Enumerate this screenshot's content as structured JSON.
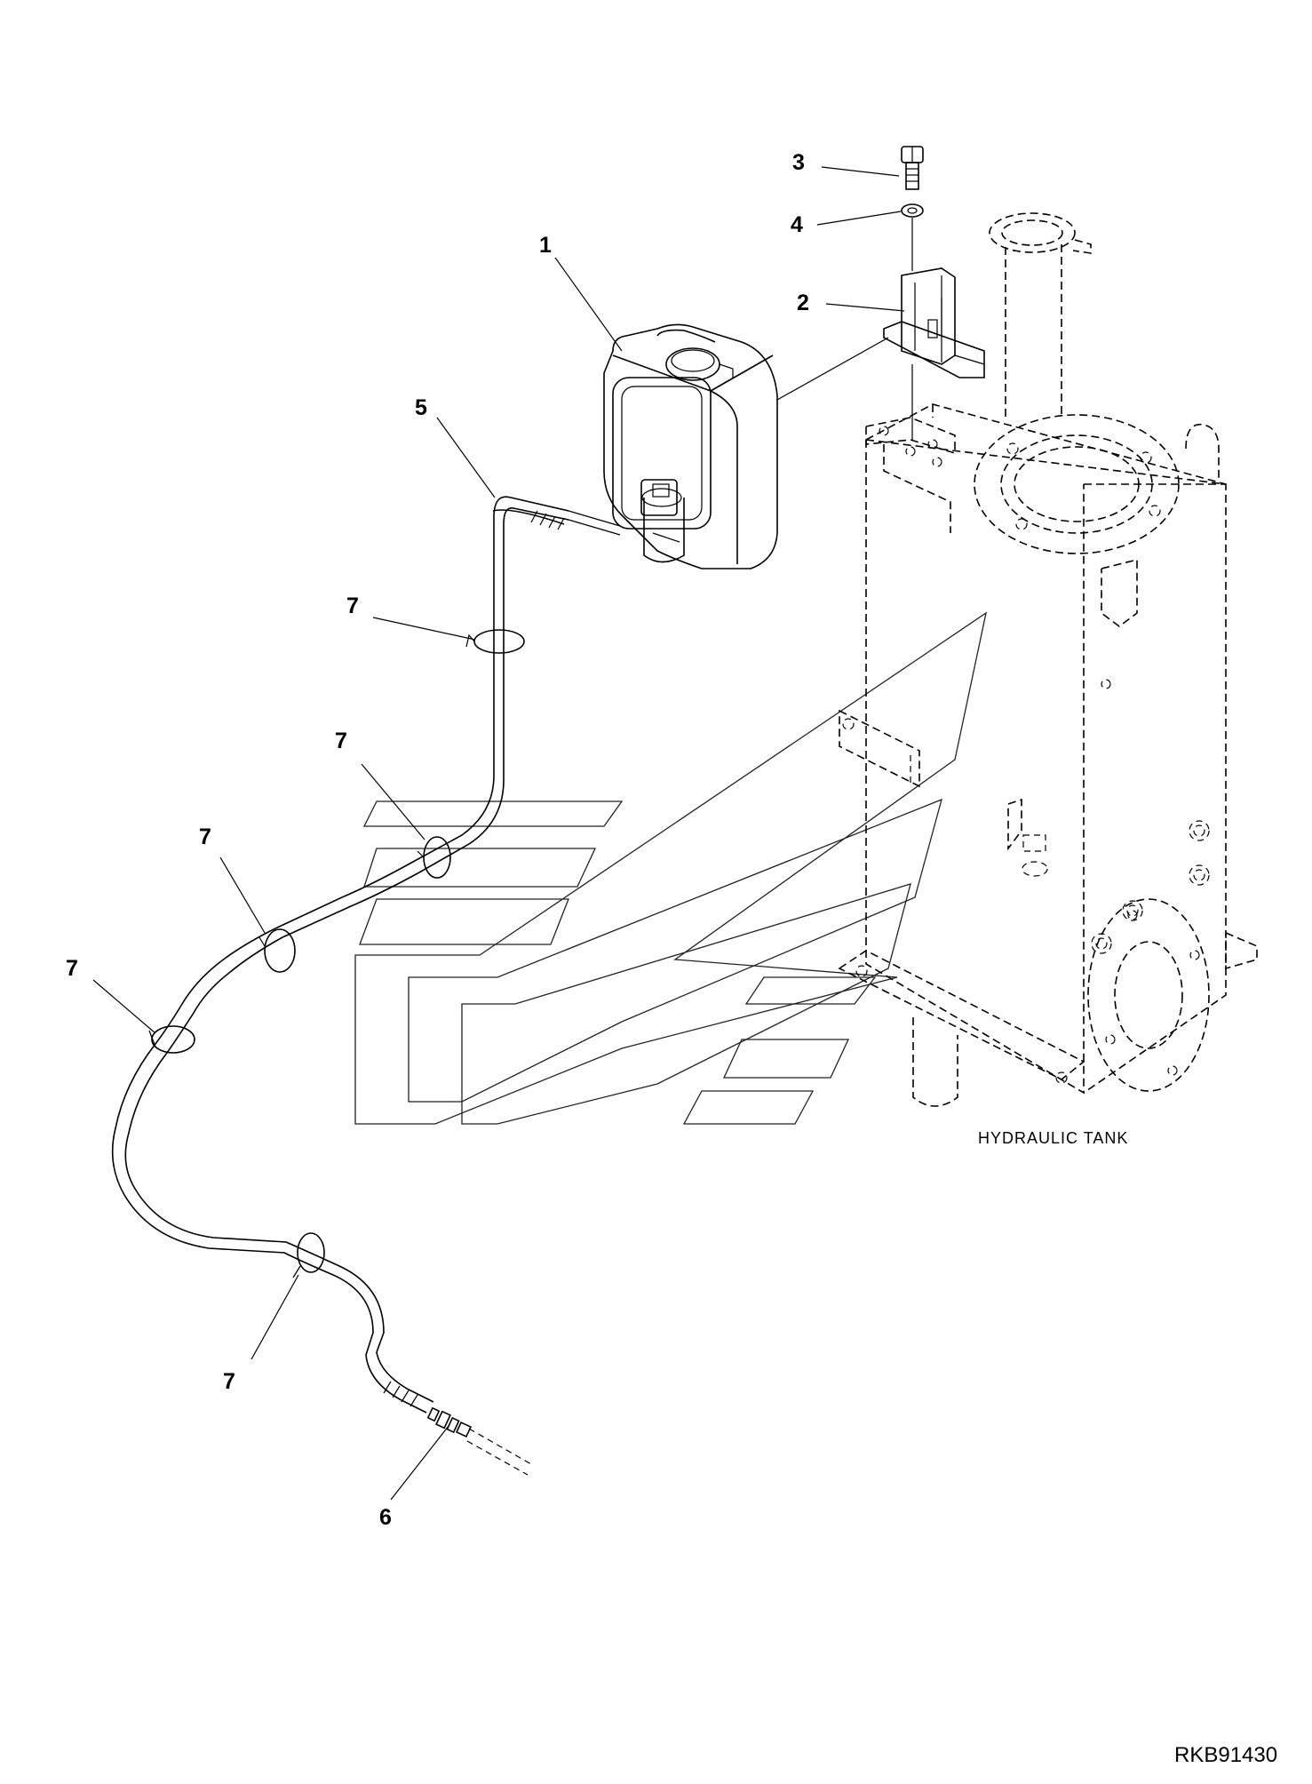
{
  "diagram": {
    "callouts": {
      "c1": "1",
      "c2": "2",
      "c3": "3",
      "c4": "4",
      "c5": "5",
      "c6": "6",
      "c7a": "7",
      "c7b": "7",
      "c7c": "7",
      "c7d": "7",
      "c7e": "7"
    },
    "tank_label": "HYDRAULIC TANK",
    "drawing_code": "RKB91430"
  }
}
